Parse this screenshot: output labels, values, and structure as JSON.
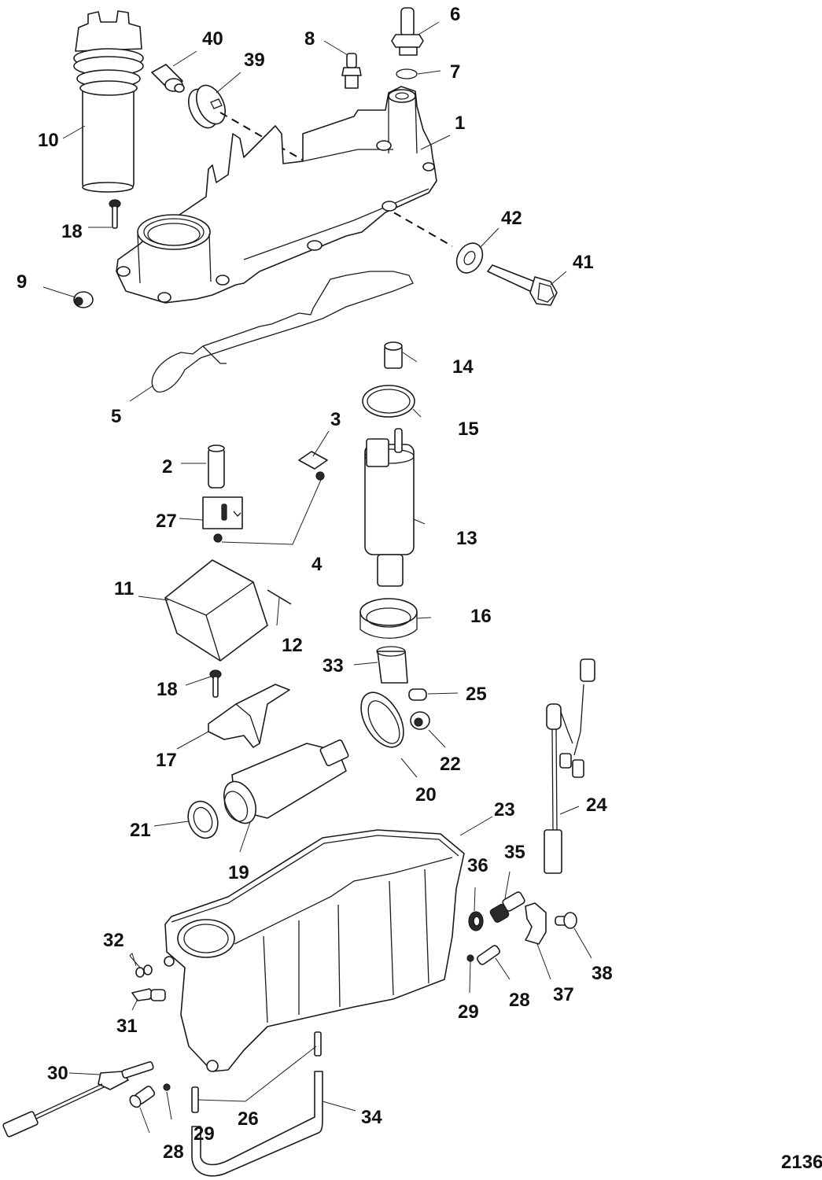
{
  "diagram": {
    "figure_number": "2136",
    "type": "exploded parts view",
    "callouts": [
      {
        "id": "c1",
        "label": "1"
      },
      {
        "id": "c2",
        "label": "2"
      },
      {
        "id": "c3",
        "label": "3"
      },
      {
        "id": "c4",
        "label": "4"
      },
      {
        "id": "c5",
        "label": "5"
      },
      {
        "id": "c6",
        "label": "6"
      },
      {
        "id": "c7",
        "label": "7"
      },
      {
        "id": "c8",
        "label": "8"
      },
      {
        "id": "c9",
        "label": "9"
      },
      {
        "id": "c10",
        "label": "10"
      },
      {
        "id": "c11",
        "label": "11"
      },
      {
        "id": "c12",
        "label": "12"
      },
      {
        "id": "c13",
        "label": "13"
      },
      {
        "id": "c14",
        "label": "14"
      },
      {
        "id": "c15",
        "label": "15"
      },
      {
        "id": "c16",
        "label": "16"
      },
      {
        "id": "c17",
        "label": "17"
      },
      {
        "id": "c18a",
        "label": "18"
      },
      {
        "id": "c18b",
        "label": "18"
      },
      {
        "id": "c19",
        "label": "19"
      },
      {
        "id": "c20",
        "label": "20"
      },
      {
        "id": "c21",
        "label": "21"
      },
      {
        "id": "c22",
        "label": "22"
      },
      {
        "id": "c23",
        "label": "23"
      },
      {
        "id": "c24",
        "label": "24"
      },
      {
        "id": "c25",
        "label": "25"
      },
      {
        "id": "c26",
        "label": "26"
      },
      {
        "id": "c27",
        "label": "27"
      },
      {
        "id": "c28a",
        "label": "28"
      },
      {
        "id": "c28b",
        "label": "28"
      },
      {
        "id": "c29a",
        "label": "29"
      },
      {
        "id": "c29b",
        "label": "29"
      },
      {
        "id": "c30",
        "label": "30"
      },
      {
        "id": "c31",
        "label": "31"
      },
      {
        "id": "c32",
        "label": "32"
      },
      {
        "id": "c33",
        "label": "33"
      },
      {
        "id": "c34",
        "label": "34"
      },
      {
        "id": "c35",
        "label": "35"
      },
      {
        "id": "c36",
        "label": "36"
      },
      {
        "id": "c37",
        "label": "37"
      },
      {
        "id": "c38",
        "label": "38"
      },
      {
        "id": "c39",
        "label": "39"
      },
      {
        "id": "c40",
        "label": "40"
      },
      {
        "id": "c41",
        "label": "41"
      },
      {
        "id": "c42",
        "label": "42"
      }
    ]
  }
}
